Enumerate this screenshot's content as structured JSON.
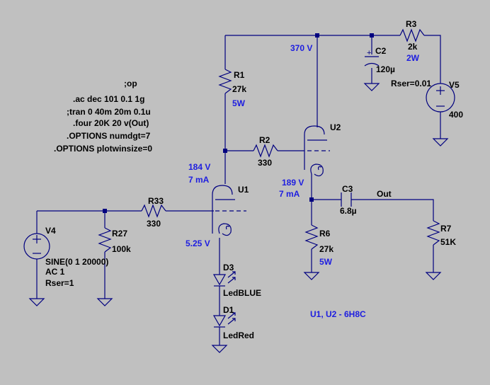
{
  "colors": {
    "background": "#c0c0c0",
    "wire": "#00007f",
    "label": "#000000",
    "annotation": "#1d1de0"
  },
  "directives": [
    ";op",
    ".ac dec 101 0.1 1g",
    ";tran 0 40m 20m 0.1u",
    ".four 20K 20 v(Out)",
    ".OPTIONS numdgt=7",
    ".OPTIONS plotwinsize=0"
  ],
  "annotations": {
    "v370": "370 V",
    "v184": "184 V",
    "i7a": "7 mA",
    "v189": "189 V",
    "i7b": "7 mA",
    "v525": "5.25 V",
    "r1w": "5W",
    "r3w": "2W",
    "r6w": "5W",
    "tubes": "U1, U2 - 6H8C"
  },
  "components": {
    "R1": {
      "name": "R1",
      "value": "27k"
    },
    "R2": {
      "name": "R2",
      "value": "330"
    },
    "R3": {
      "name": "R3",
      "value": "2k"
    },
    "R6": {
      "name": "R6",
      "value": "27k"
    },
    "R7": {
      "name": "R7",
      "value": "51K"
    },
    "R27": {
      "name": "R27",
      "value": "100k"
    },
    "R33": {
      "name": "R33",
      "value": "330"
    },
    "C2": {
      "name": "C2",
      "value": "120µ"
    },
    "C3": {
      "name": "C3",
      "value": "6.8µ"
    },
    "V4": {
      "name": "V4",
      "value1": "SINE(0 1 20000)",
      "value2": "AC 1",
      "value3": "Rser=1"
    },
    "V5": {
      "name": "V5",
      "value": "400",
      "rser": "Rser=0.01"
    },
    "U1": {
      "name": "U1"
    },
    "U2": {
      "name": "U2"
    },
    "D1": {
      "name": "D1",
      "value": "LedRed"
    },
    "D3": {
      "name": "D3",
      "value": "LedBLUE"
    }
  },
  "nets": {
    "out": "Out"
  }
}
